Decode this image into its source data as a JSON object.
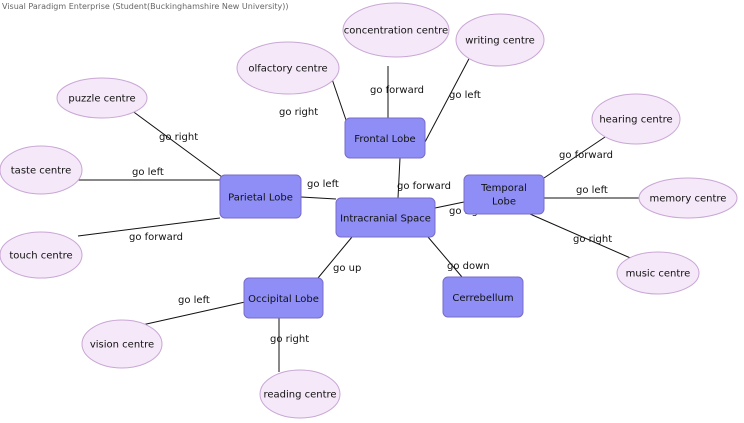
{
  "watermark": "Visual Paradigm Enterprise (Student(Buckinghamshire New University))",
  "colors": {
    "lobe_fill": "#8E8EF6",
    "lobe_stroke": "#7A6CC8",
    "centre_fill": "#F5E8F8",
    "centre_stroke": "#C9A6D6"
  },
  "nodes": {
    "intracranial": "Intracranial Space",
    "frontal": "Frontal Lobe",
    "parietal": "Parietal Lobe",
    "temporal": "Temporal Lobe",
    "occipital": "Occipital Lobe",
    "cerebellum": "Cerrebellum",
    "concentration": "concentration centre",
    "writing": "writing centre",
    "olfactory": "olfactory centre",
    "puzzle": "puzzle centre",
    "taste": "taste centre",
    "touch": "touch centre",
    "hearing": "hearing centre",
    "memory": "memory centre",
    "music": "music centre",
    "vision": "vision centre",
    "reading": "reading centre"
  },
  "edge_labels": {
    "to_frontal": "go forward",
    "to_parietal": "go left",
    "to_temporal": "go right",
    "to_occipital": "go up",
    "to_cerebellum": "go down",
    "frontal_concentration": "go forward",
    "frontal_writing": "go left",
    "frontal_olfactory": "go right",
    "parietal_puzzle": "go right",
    "parietal_taste": "go left",
    "parietal_touch": "go forward",
    "temporal_hearing": "go forward",
    "temporal_memory": "go left",
    "temporal_music": "go right",
    "occipital_vision": "go left",
    "occipital_reading": "go right"
  }
}
